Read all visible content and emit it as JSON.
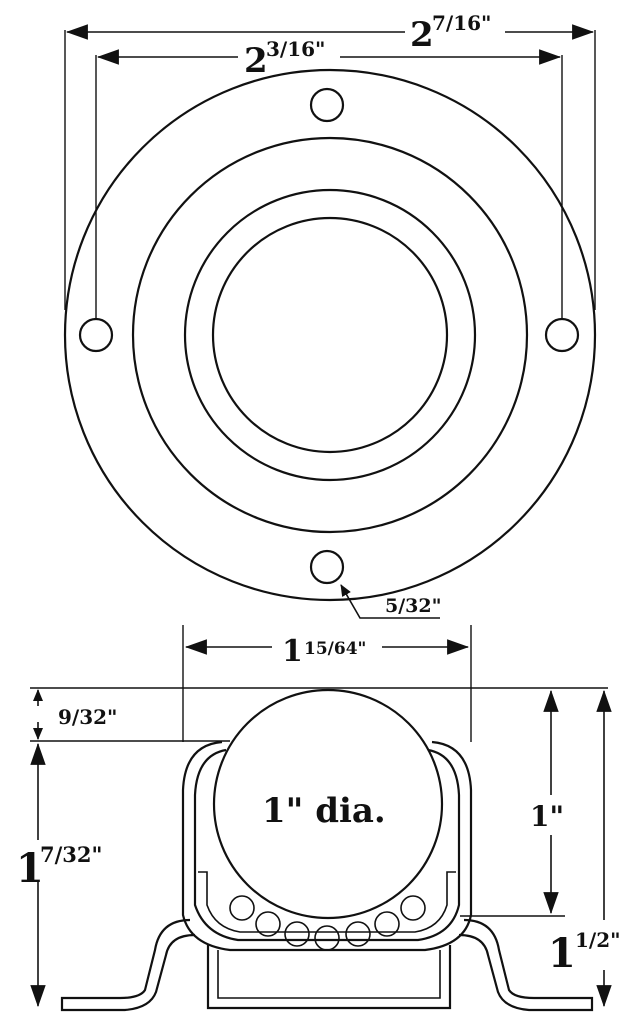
{
  "dimensions": {
    "outer_hole_spacing_whole": "2",
    "outer_hole_spacing_frac": "7/16\"",
    "inner_hole_spacing_whole": "2",
    "inner_hole_spacing_frac": "3/16\"",
    "hole_diameter": "5/32\"",
    "housing_width_whole": "1",
    "housing_width_frac": "15/64\"",
    "ball_protrusion": "9/32\"",
    "housing_height_whole": "1",
    "housing_height_frac": "7/32\"",
    "ball_height": "1\"",
    "overall_height_whole": "1",
    "overall_height_frac": "1/2\"",
    "ball_diameter": "1\" dia."
  }
}
